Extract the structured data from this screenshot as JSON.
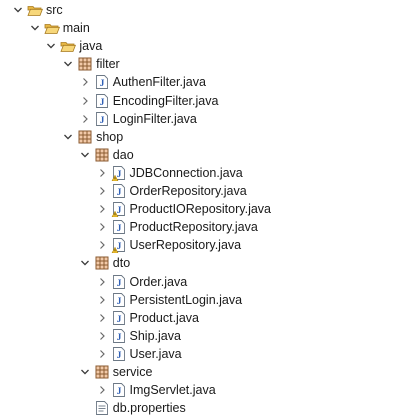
{
  "tree": [
    {
      "label": "src",
      "type": "folder-open",
      "depth": 0,
      "expanded": true
    },
    {
      "label": "main",
      "type": "folder-open",
      "depth": 1,
      "expanded": true
    },
    {
      "label": "java",
      "type": "folder-open",
      "depth": 2,
      "expanded": true
    },
    {
      "label": "filter",
      "type": "package",
      "depth": 3,
      "expanded": true
    },
    {
      "label": "AuthenFilter.java",
      "type": "java",
      "depth": 4,
      "expanded": false
    },
    {
      "label": "EncodingFilter.java",
      "type": "java",
      "depth": 4,
      "expanded": false
    },
    {
      "label": "LoginFilter.java",
      "type": "java",
      "depth": 4,
      "expanded": false
    },
    {
      "label": "shop",
      "type": "package",
      "depth": 3,
      "expanded": true
    },
    {
      "label": "dao",
      "type": "package",
      "depth": 4,
      "expanded": true
    },
    {
      "label": "JDBConnection.java",
      "type": "java-warning",
      "depth": 5,
      "expanded": false
    },
    {
      "label": "OrderRepository.java",
      "type": "java",
      "depth": 5,
      "expanded": false
    },
    {
      "label": "ProductIORepository.java",
      "type": "java-warning",
      "depth": 5,
      "expanded": false
    },
    {
      "label": "ProductRepository.java",
      "type": "java",
      "depth": 5,
      "expanded": false
    },
    {
      "label": "UserRepository.java",
      "type": "java-warning",
      "depth": 5,
      "expanded": false
    },
    {
      "label": "dto",
      "type": "package",
      "depth": 4,
      "expanded": true
    },
    {
      "label": "Order.java",
      "type": "java",
      "depth": 5,
      "expanded": false
    },
    {
      "label": "PersistentLogin.java",
      "type": "java",
      "depth": 5,
      "expanded": false
    },
    {
      "label": "Product.java",
      "type": "java",
      "depth": 5,
      "expanded": false
    },
    {
      "label": "Ship.java",
      "type": "java",
      "depth": 5,
      "expanded": false
    },
    {
      "label": "User.java",
      "type": "java",
      "depth": 5,
      "expanded": false
    },
    {
      "label": "service",
      "type": "package",
      "depth": 4,
      "expanded": true
    },
    {
      "label": "ImgServlet.java",
      "type": "java",
      "depth": 5,
      "expanded": false
    },
    {
      "label": "db.properties",
      "type": "properties",
      "depth": 4,
      "expanded": null
    }
  ]
}
